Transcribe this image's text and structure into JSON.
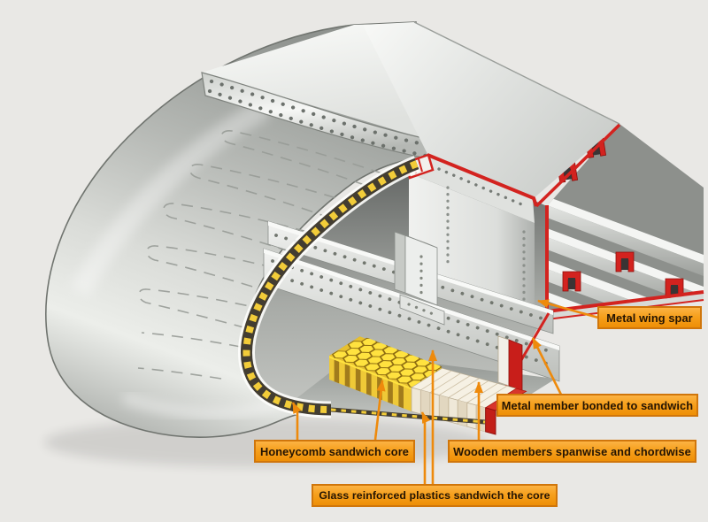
{
  "diagram": {
    "type": "aircraft wing sandwich-structure cutaway illustration",
    "labels": {
      "metal_wing_spar": "Metal wing spar",
      "metal_member": "Metal member bonded to sandwich",
      "wooden_members": "Wooden members spanwise and chordwise",
      "honeycomb_core": "Honeycomb sandwich core",
      "glass_skins": "Glass reinforced plastics sandwich the core"
    },
    "colors": {
      "background": "#e9e8e5",
      "label_fill_top": "#fcb344",
      "label_fill_bottom": "#ee8f06",
      "label_border": "#d0760b",
      "connector_orange": "#ee8a0c",
      "cut_edge_red": "#d3231f",
      "honeycomb_yellow": "#ffe23f",
      "core_stripe_dark": "#433d31",
      "wood_cream": "#f6f1e4",
      "metal_gray": "#c9ccc9"
    }
  }
}
